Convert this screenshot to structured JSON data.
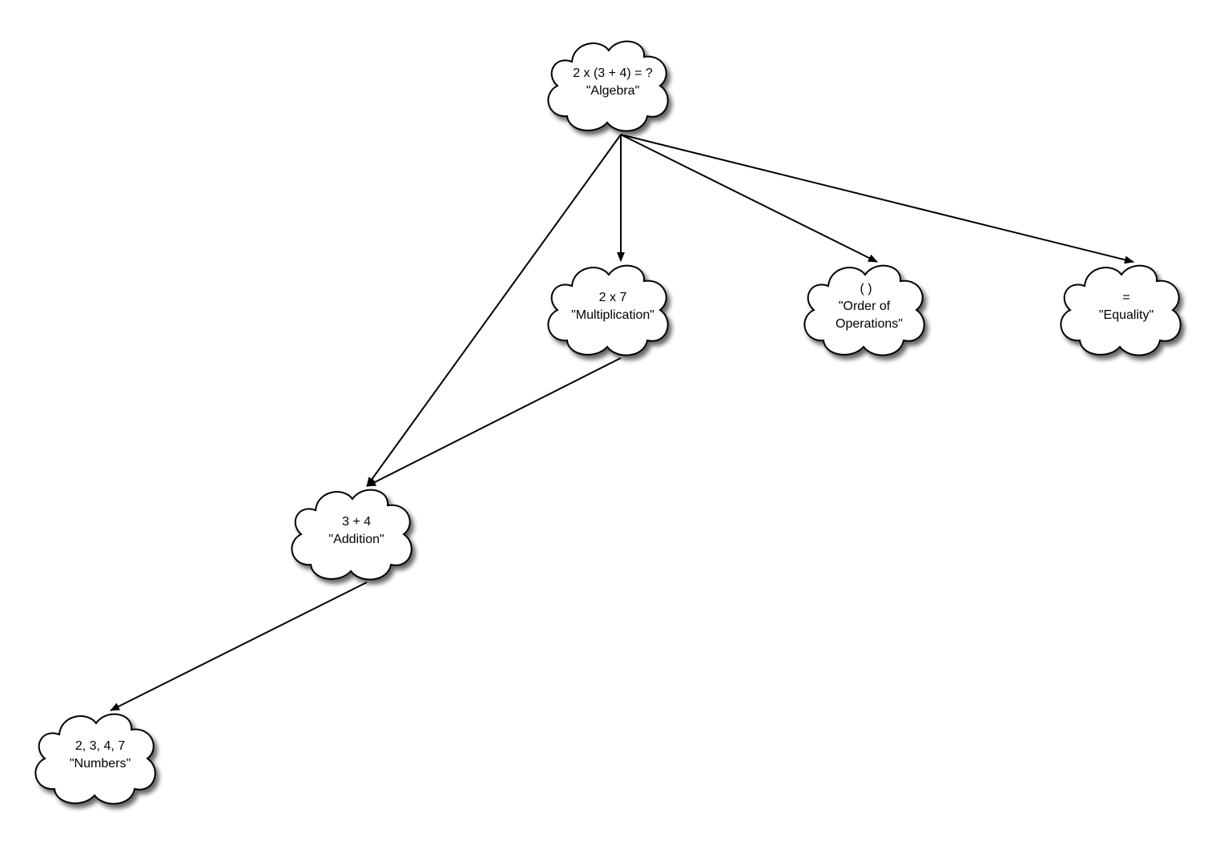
{
  "nodes": {
    "algebra": {
      "line1": "2 x (3 + 4) = ?",
      "line2": "\"Algebra\""
    },
    "multiplication": {
      "line1": "2 x 7",
      "line2": "\"Multiplication\""
    },
    "order": {
      "line1": "( )",
      "line2": "\"Order of",
      "line3": "Operations\""
    },
    "equality": {
      "line1": "=",
      "line2": "\"Equality\""
    },
    "addition": {
      "line1": "3 + 4",
      "line2": "\"Addition\""
    },
    "numbers": {
      "line1": "2, 3, 4, 7",
      "line2": "\"Numbers\""
    }
  },
  "edges": [
    {
      "from": "algebra",
      "to": "multiplication"
    },
    {
      "from": "algebra",
      "to": "order"
    },
    {
      "from": "algebra",
      "to": "equality"
    },
    {
      "from": "algebra",
      "to": "addition"
    },
    {
      "from": "multiplication",
      "to": "addition"
    },
    {
      "from": "addition",
      "to": "numbers"
    }
  ]
}
